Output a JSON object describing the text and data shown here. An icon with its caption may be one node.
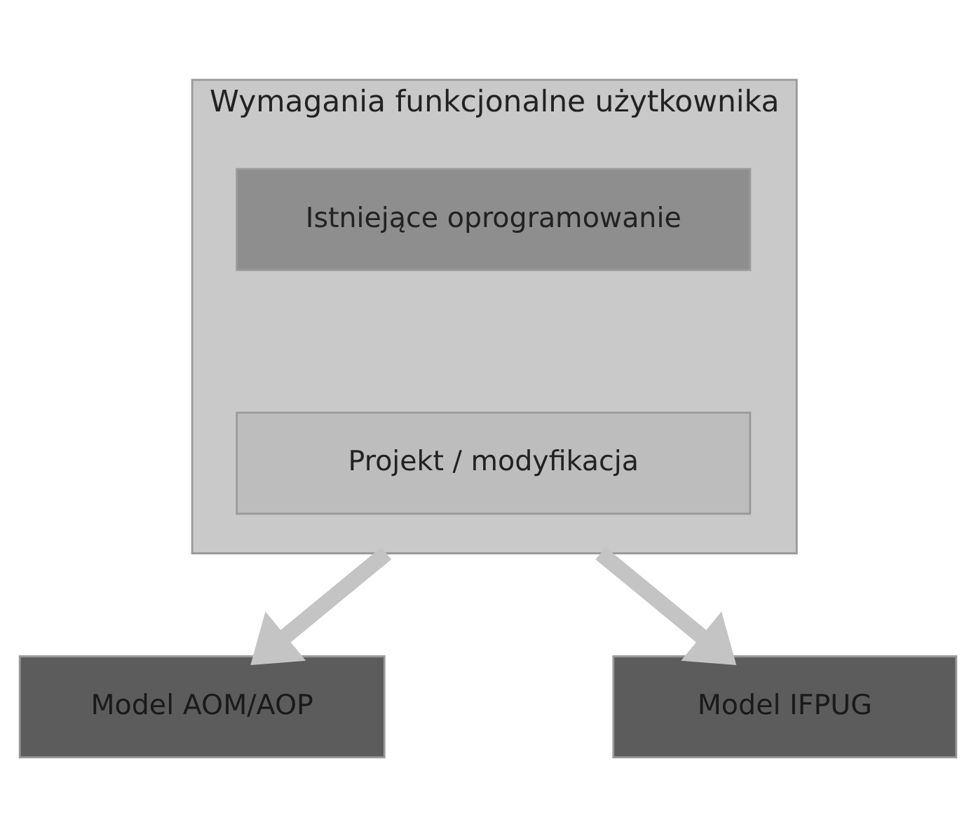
{
  "diagram": {
    "nodes": [
      {
        "text": [
          "Wymagania funkcjonalne użytkownika"
        ]
      },
      {
        "text": [
          "Istniejące oprogramowanie"
        ],
        "in": 0
      },
      {
        "text": [
          "Projekt / modyfikacja"
        ],
        "in": 0
      },
      {
        "text": [
          "Model AOM/AOP"
        ]
      },
      {
        "text": [
          "Model IFPUG"
        ]
      }
    ],
    "edges": [
      {
        "from": 0,
        "to": 3,
        "arrow": "to"
      },
      {
        "from": 0,
        "to": 4,
        "arrow": "to"
      }
    ]
  }
}
